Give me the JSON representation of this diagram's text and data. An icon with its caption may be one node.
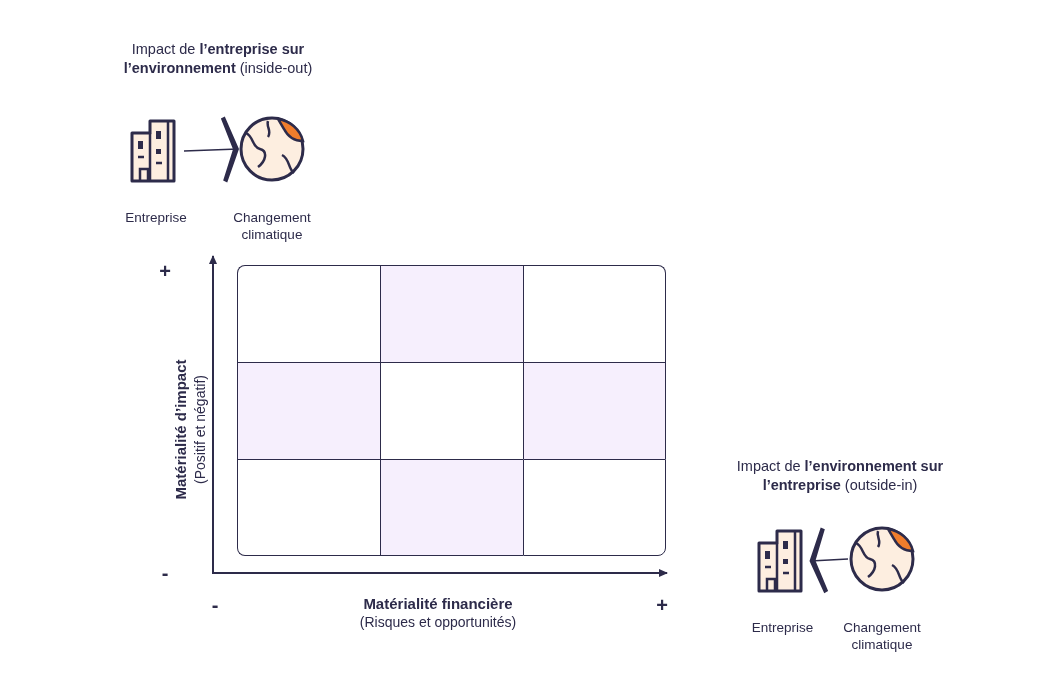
{
  "diagram": {
    "nodes": [
      {
        "text": [
          "Entreprise"
        ]
      },
      {
        "text": [
          "Changement climatique"
        ]
      },
      {
        "text": [
          "Entreprise"
        ]
      },
      {
        "text": [
          "Changement climatique"
        ]
      },
      {
        "text": [],
        "shape": "box"
      },
      {
        "text": [],
        "shape": "box"
      },
      {
        "text": [],
        "shape": "box"
      },
      {
        "text": [],
        "shape": "box"
      },
      {
        "text": [],
        "shape": "box"
      },
      {
        "text": [],
        "shape": "box"
      },
      {
        "text": [],
        "shape": "box"
      },
      {
        "text": [],
        "shape": "box"
      },
      {
        "text": [],
        "shape": "box"
      }
    ],
    "edges": [
      {
        "from": 0,
        "to": 1,
        "arrow": "to"
      },
      {
        "from": 3,
        "to": 2,
        "arrow": "to"
      }
    ],
    "labels": [
      "Impact de **l’entreprise sur l’environnement** (inside-out)",
      "+",
      "Matérialité d’impact",
      "(Positif et négatif)",
      "-",
      "-",
      "Matérialité financière",
      "(Risques et opportunités)",
      "+",
      "Impact de **l’environnement sur l’entreprise** (outside-in)"
    ]
  }
}
